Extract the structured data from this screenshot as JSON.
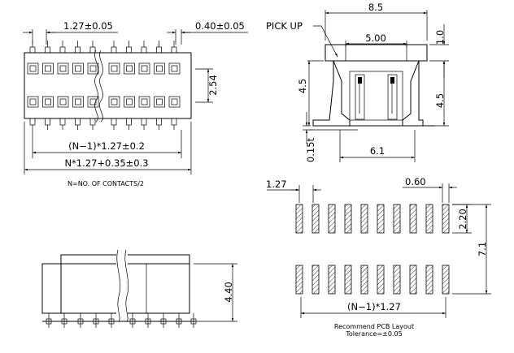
{
  "top_left_view": {
    "dim_pitch": "1.27±0.05",
    "dim_pin_width": "0.40±0.05",
    "dim_row_spacing": "2.54",
    "dim_pitch_total": "(N−1)*1.27±0.2",
    "dim_overall": "N*1.27+0.35±0.3",
    "note": "N=NO. OF CONTACTS/2"
  },
  "side_view": {
    "label_pick_up": "PICK  UP",
    "dim_width": "8.5",
    "dim_pickup_top": "1.0",
    "dim_inner_width": "5.00",
    "dim_left_height": "4.5",
    "dim_right_height": "4.5",
    "dim_thickness": "0.15t",
    "dim_foot_span": "6.1"
  },
  "pcb_layout": {
    "dim_pitch": "1.27",
    "dim_pad_width": "0.60",
    "dim_pad_length": "2.20",
    "dim_row_span": "7.1",
    "dim_total": "(N−1)*1.27",
    "caption": "Recommend  PCB  Layout",
    "tolerance": "Tolerance=±0.05"
  },
  "front_view": {
    "dim_height": "4.40"
  }
}
